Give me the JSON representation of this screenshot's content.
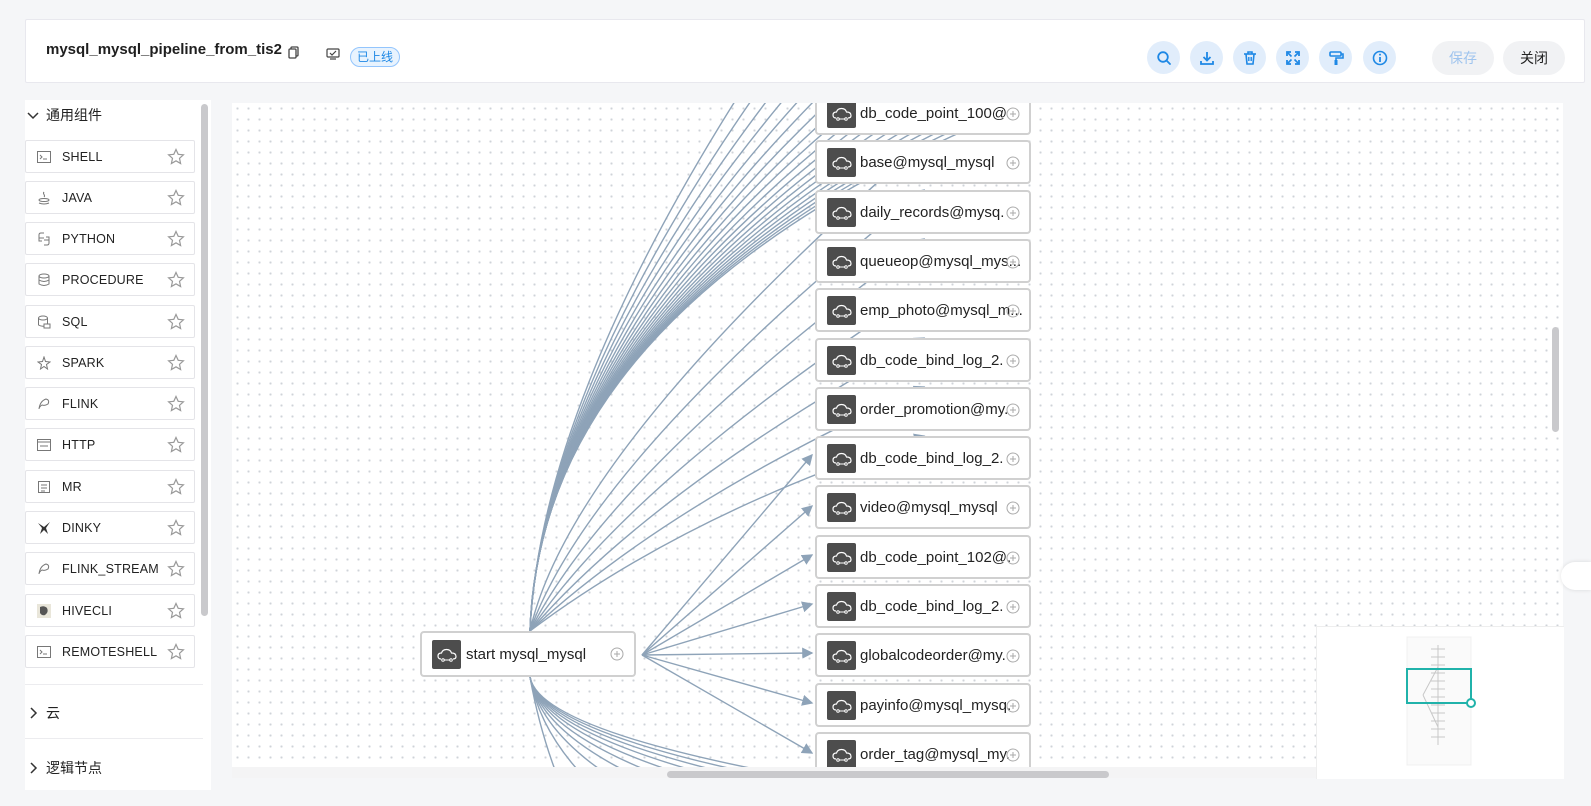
{
  "header": {
    "workflow_title": "mysql_mysql_pipeline_from_tis2",
    "status_badge": "已上线",
    "save_label": "保存",
    "close_label": "关闭",
    "accent_color": "#1e88e5",
    "toolbar_icons": [
      "search-icon",
      "download-icon",
      "delete-icon",
      "fullscreen-icon",
      "format-icon",
      "info-icon"
    ]
  },
  "sidebar": {
    "group_common": "通用组件",
    "group_cloud": "云",
    "group_logic": "逻辑节点",
    "items": [
      {
        "label": "SHELL"
      },
      {
        "label": "JAVA"
      },
      {
        "label": "PYTHON"
      },
      {
        "label": "PROCEDURE"
      },
      {
        "label": "SQL"
      },
      {
        "label": "SPARK"
      },
      {
        "label": "FLINK"
      },
      {
        "label": "HTTP"
      },
      {
        "label": "MR"
      },
      {
        "label": "DINKY"
      },
      {
        "label": "FLINK_STREAM"
      },
      {
        "label": "HIVECLI"
      },
      {
        "label": "REMOTESHELL"
      }
    ]
  },
  "canvas": {
    "start_node": "start mysql_mysql",
    "nodes": [
      {
        "label": "db_code_point_100@"
      },
      {
        "label": "base@mysql_mysql"
      },
      {
        "label": "daily_records@mysq."
      },
      {
        "label": "queueop@mysql_mys..."
      },
      {
        "label": "emp_photo@mysql_m..."
      },
      {
        "label": "db_code_bind_log_2."
      },
      {
        "label": "order_promotion@my."
      },
      {
        "label": "db_code_bind_log_2."
      },
      {
        "label": "video@mysql_mysql"
      },
      {
        "label": "db_code_point_102@."
      },
      {
        "label": "db_code_bind_log_2."
      },
      {
        "label": "globalcodeorder@my."
      },
      {
        "label": "payinfo@mysql_mysq."
      },
      {
        "label": "order_tag@mysql_my."
      }
    ]
  }
}
